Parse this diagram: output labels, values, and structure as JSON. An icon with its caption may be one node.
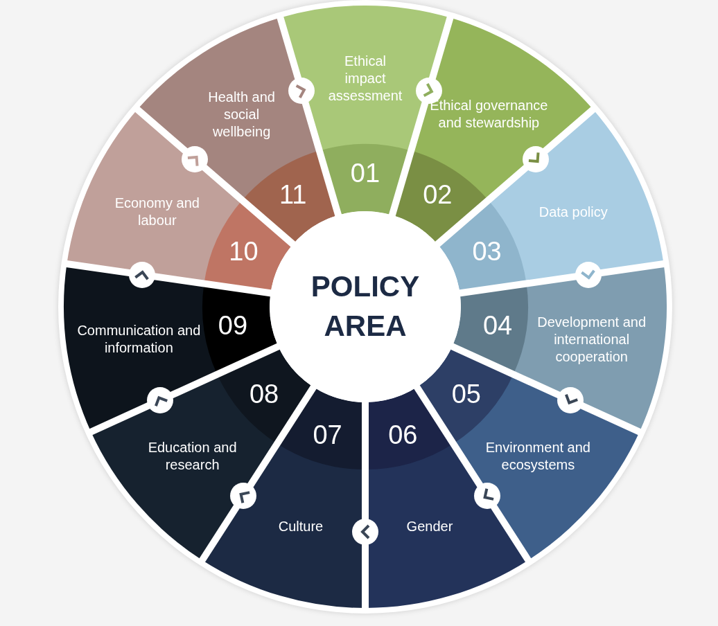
{
  "diagram": {
    "nodes": [
      {
        "text": [
          "POLICY AREA"
        ]
      },
      {
        "text": [
          "Ethical impact assessment",
          "01"
        ]
      },
      {
        "text": [
          "Ethical governance and stewardship",
          "02"
        ]
      },
      {
        "text": [
          "Data policy",
          "03"
        ]
      },
      {
        "text": [
          "04",
          "Development and international cooperation"
        ]
      },
      {
        "text": [
          "05",
          "Environment and ecosystems"
        ]
      },
      {
        "text": [
          "06",
          "Gender"
        ]
      },
      {
        "text": [
          "07",
          "Culture"
        ]
      },
      {
        "text": [
          "08",
          "Education and research"
        ]
      },
      {
        "text": [
          "Communication and information",
          "09"
        ]
      },
      {
        "text": [
          "Economy and labour",
          "10"
        ]
      },
      {
        "text": [
          "Health and social wellbeing",
          "11"
        ]
      }
    ]
  }
}
